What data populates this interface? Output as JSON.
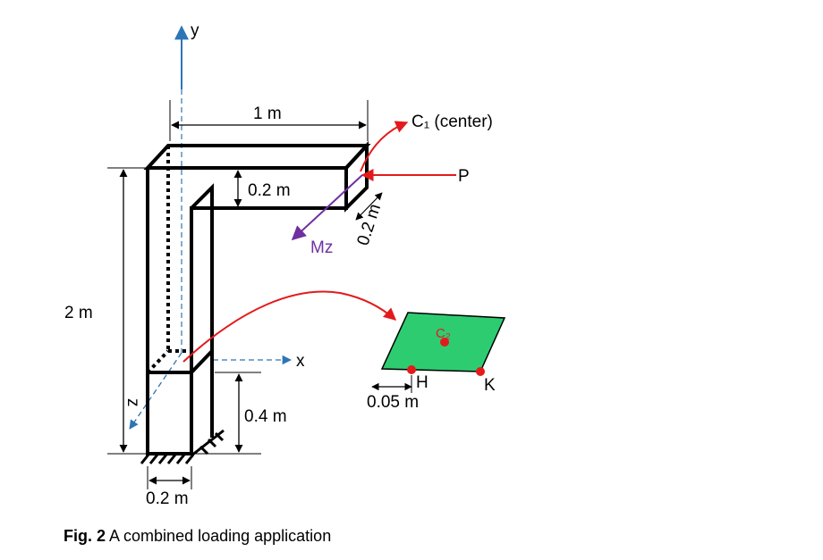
{
  "diagram": {
    "axes": {
      "y": "y",
      "x": "x",
      "z": "z"
    },
    "dimensions": {
      "width_top": "1 m",
      "height_total": "2 m",
      "flange_thickness": "0.2 m",
      "depth": "0.2 m",
      "column_width": "0.2 m",
      "section_height": "0.4 m",
      "h_offset": "0.05 m"
    },
    "loads": {
      "force": "P",
      "moment": "Mz"
    },
    "points": {
      "c1": "C₁ (center)",
      "c2": "C₂",
      "h": "H",
      "k": "K"
    },
    "colors": {
      "structure": "#000000",
      "red": "#e31a1c",
      "blue": "#2e75b6",
      "purple": "#7030a0",
      "section_fill": "#2ecc71"
    }
  },
  "caption": {
    "label": "Fig. 2",
    "text": " A combined loading application"
  }
}
